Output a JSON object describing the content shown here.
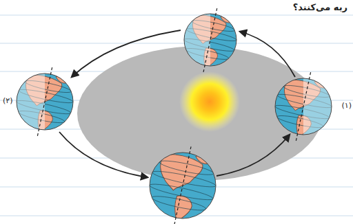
{
  "diagram": {
    "labels": [
      "ربه می‌کنند؟",
      "(۲)",
      "(۱)"
    ]
  }
}
